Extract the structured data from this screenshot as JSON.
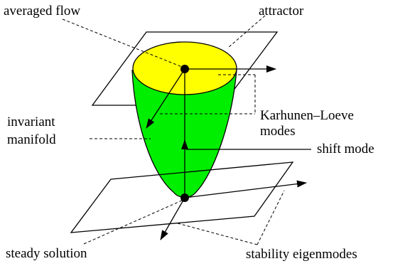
{
  "labels": {
    "averaged_flow": "averaged flow",
    "attractor": "attractor",
    "invariant": "invariant",
    "manifold": "manifold",
    "karhunen_loeve": "Karhunen–Loeve",
    "modes": "modes",
    "shift_mode": "shift mode",
    "steady_solution": "steady solution",
    "stability_eigenmodes": "stability eigenmodes"
  },
  "colors": {
    "attractor_fill": "#ffff00",
    "manifold_fill": "#00ee00",
    "stroke": "#000000"
  }
}
